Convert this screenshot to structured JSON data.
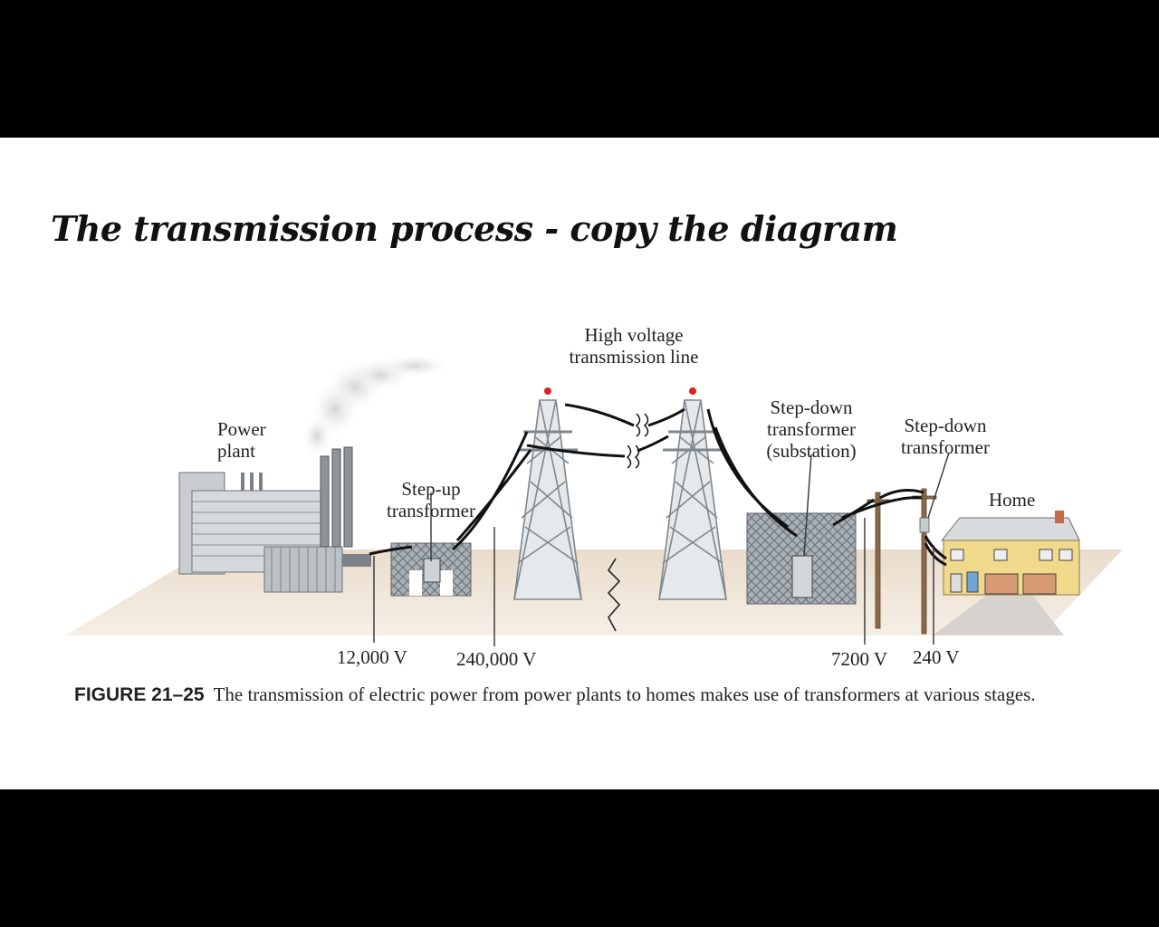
{
  "title": "The transmission process - copy the diagram",
  "labels": {
    "power_plant": [
      "Power",
      "plant"
    ],
    "step_up": [
      "Step-up",
      "transformer"
    ],
    "high_voltage": [
      "High voltage",
      "transmission line"
    ],
    "substation": [
      "Step-down",
      "transformer",
      "(substation)"
    ],
    "step_down": [
      "Step-down",
      "transformer"
    ],
    "home": "Home"
  },
  "voltages": {
    "plant": "12,000 V",
    "transmission": "240,000 V",
    "distribution": "7200 V",
    "home": "240 V"
  },
  "caption": {
    "figure": "FIGURE 21–25",
    "text": "The transmission of electric power from power plants to homes makes use of transformers at various stages."
  },
  "colors": {
    "ground": "#e9dccb",
    "structure": "#9aa2a8",
    "wire": "#111111",
    "house": "#f1d98c",
    "beacon": "#e02020"
  }
}
